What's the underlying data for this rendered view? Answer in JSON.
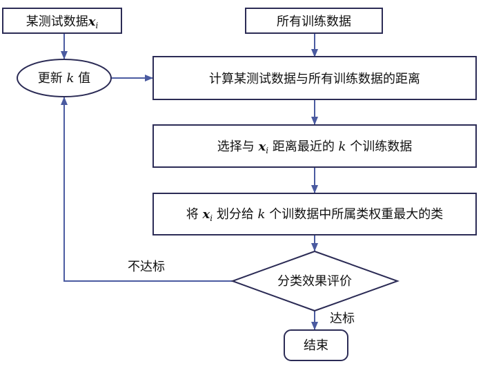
{
  "nodes": {
    "test_data": {
      "text": "某测试数据",
      "var": "x",
      "sub": "i"
    },
    "all_training": {
      "text": "所有训练数据"
    },
    "update_k": {
      "pre": "更新 ",
      "var": "k",
      "post": " 值"
    },
    "compute_distance": {
      "text": "计算某测试数据与所有训练数据的距离"
    },
    "select_nearest": {
      "pre": "选择与 ",
      "var": "x",
      "sub": "i",
      "mid": " 距离最近的 ",
      "var2": "k",
      "post": " 个训练数据"
    },
    "assign_class": {
      "pre": "将 ",
      "var": "x",
      "sub": "i",
      "mid": " 划分给 ",
      "var2": "k",
      "post": " 个训数据中所属类权重最大的类"
    },
    "evaluate": {
      "text": "分类效果评价"
    },
    "end": {
      "text": "结束"
    }
  },
  "edge_labels": {
    "fail": "不达标",
    "pass": "达标"
  },
  "colors": {
    "box_stroke": "#2b2b55",
    "arrow": "#4a5aa0",
    "text": "#111111"
  }
}
